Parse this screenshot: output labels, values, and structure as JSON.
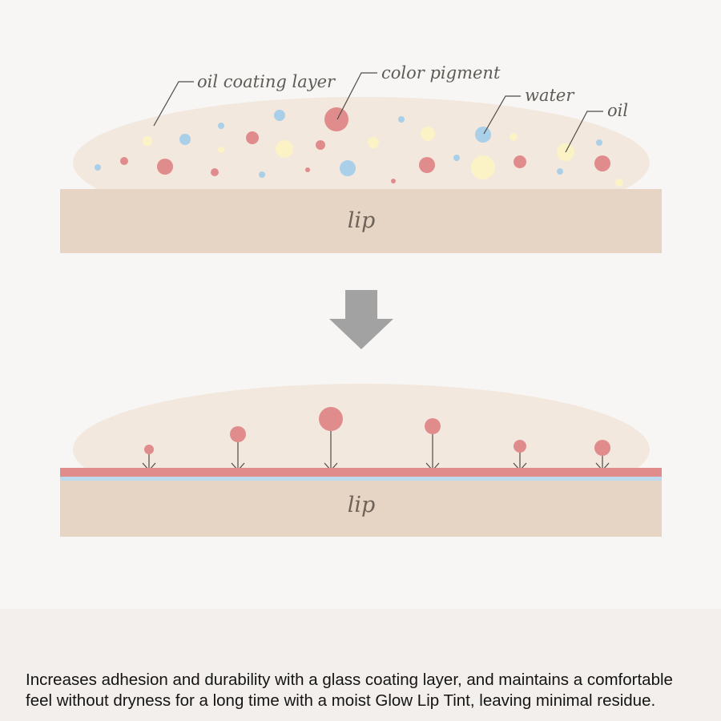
{
  "diagram": {
    "top_panel": {
      "labels": {
        "oil_coating_layer": "oil coating layer",
        "color_pigment": "color pigment",
        "water": "water",
        "oil": "oil"
      },
      "base_label": "lip"
    },
    "bottom_panel": {
      "base_label": "lip"
    },
    "colors": {
      "background": "#f7f6f4",
      "coating": "#f3e8de",
      "lip": "#e6d5c5",
      "pigment": "#e08c8c",
      "water": "#a9cfe9",
      "oil": "#fbf3c6",
      "arrow": "#a2a2a2",
      "pigment_layer": "#e08c8c",
      "water_layer": "#bcd9ee"
    }
  },
  "caption": {
    "text": "Increases adhesion and durability with a glass coating layer, and maintains a comfortable feel without dryness for a long time with a moist Glow Lip Tint, leaving minimal residue."
  }
}
